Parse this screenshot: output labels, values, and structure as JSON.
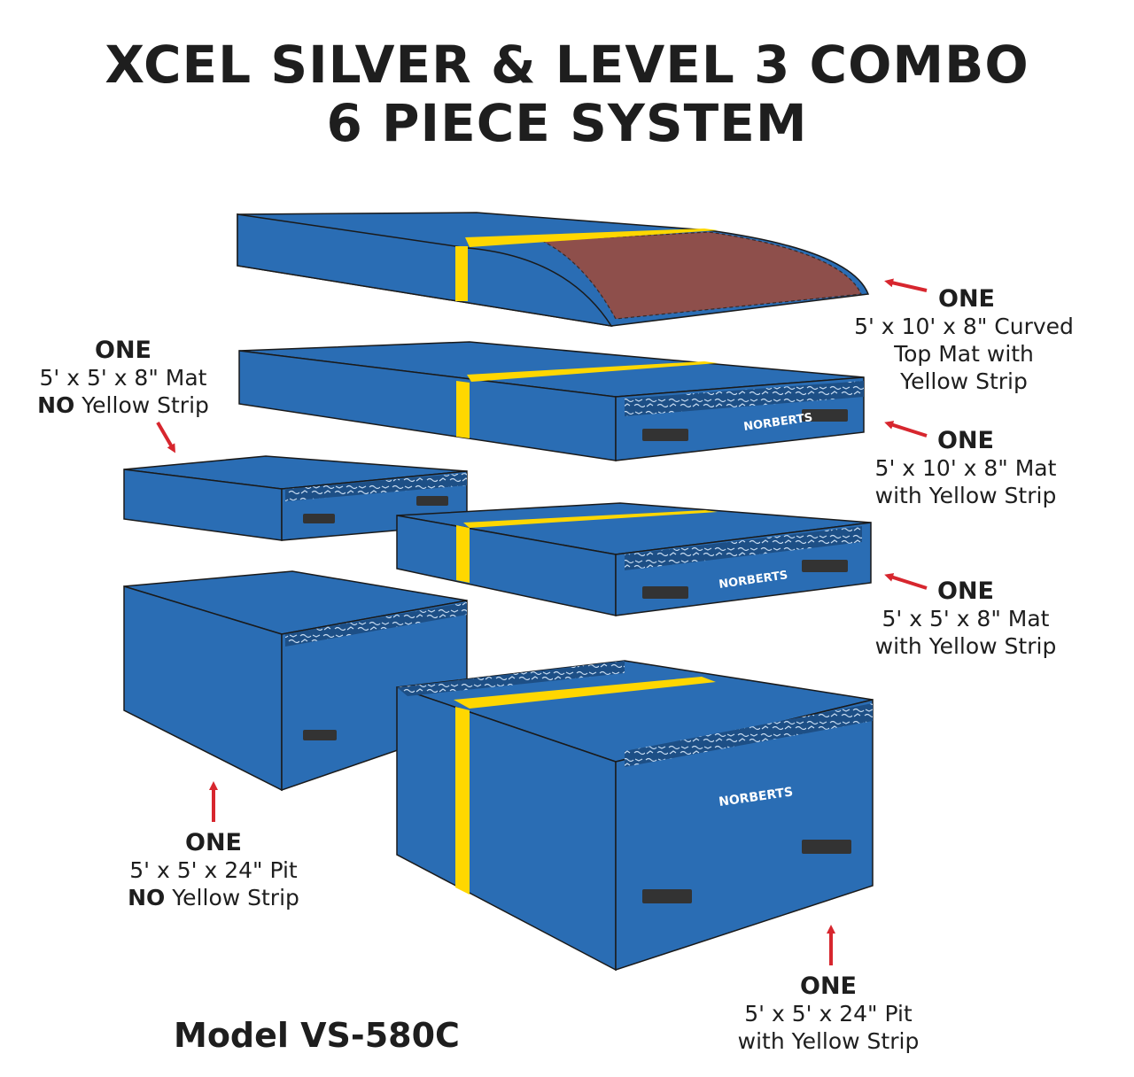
{
  "title": {
    "line1": "XCEL SILVER & LEVEL 3 COMBO",
    "line2": "6 PIECE SYSTEM"
  },
  "brand": "NORBERTS",
  "model": "Model VS-580C",
  "colors": {
    "mat_blue": "#2a6db4",
    "mat_blue_dark": "#1d4f86",
    "yellow_strip": "#ffd700",
    "landing_zone": "#8e4f4b",
    "arrow_red": "#d7262e",
    "handle": "#333333"
  },
  "labels": {
    "curved_top": {
      "count": "ONE",
      "line2": "5' x 10' x 8\" Curved",
      "line3": "Top Mat with",
      "line4": "Yellow Strip"
    },
    "mat_10_yellow": {
      "count": "ONE",
      "line2": "5' x 10' x 8\" Mat",
      "line3": "with Yellow Strip"
    },
    "mat_5_no_yellow": {
      "count": "ONE",
      "line2": "5' x 5' x 8\" Mat",
      "line3_bold": "NO",
      "line3_rest": " Yellow Strip"
    },
    "mat_5_yellow": {
      "count": "ONE",
      "line2": "5' x 5' x 8\" Mat",
      "line3": "with Yellow Strip"
    },
    "pit_no_yellow": {
      "count": "ONE",
      "line2": "5' x 5' x 24\" Pit",
      "line3_bold": "NO",
      "line3_rest": " Yellow Strip"
    },
    "pit_yellow": {
      "count": "ONE",
      "line2": "5' x 5' x 24\" Pit",
      "line3": "with Yellow Strip"
    }
  }
}
